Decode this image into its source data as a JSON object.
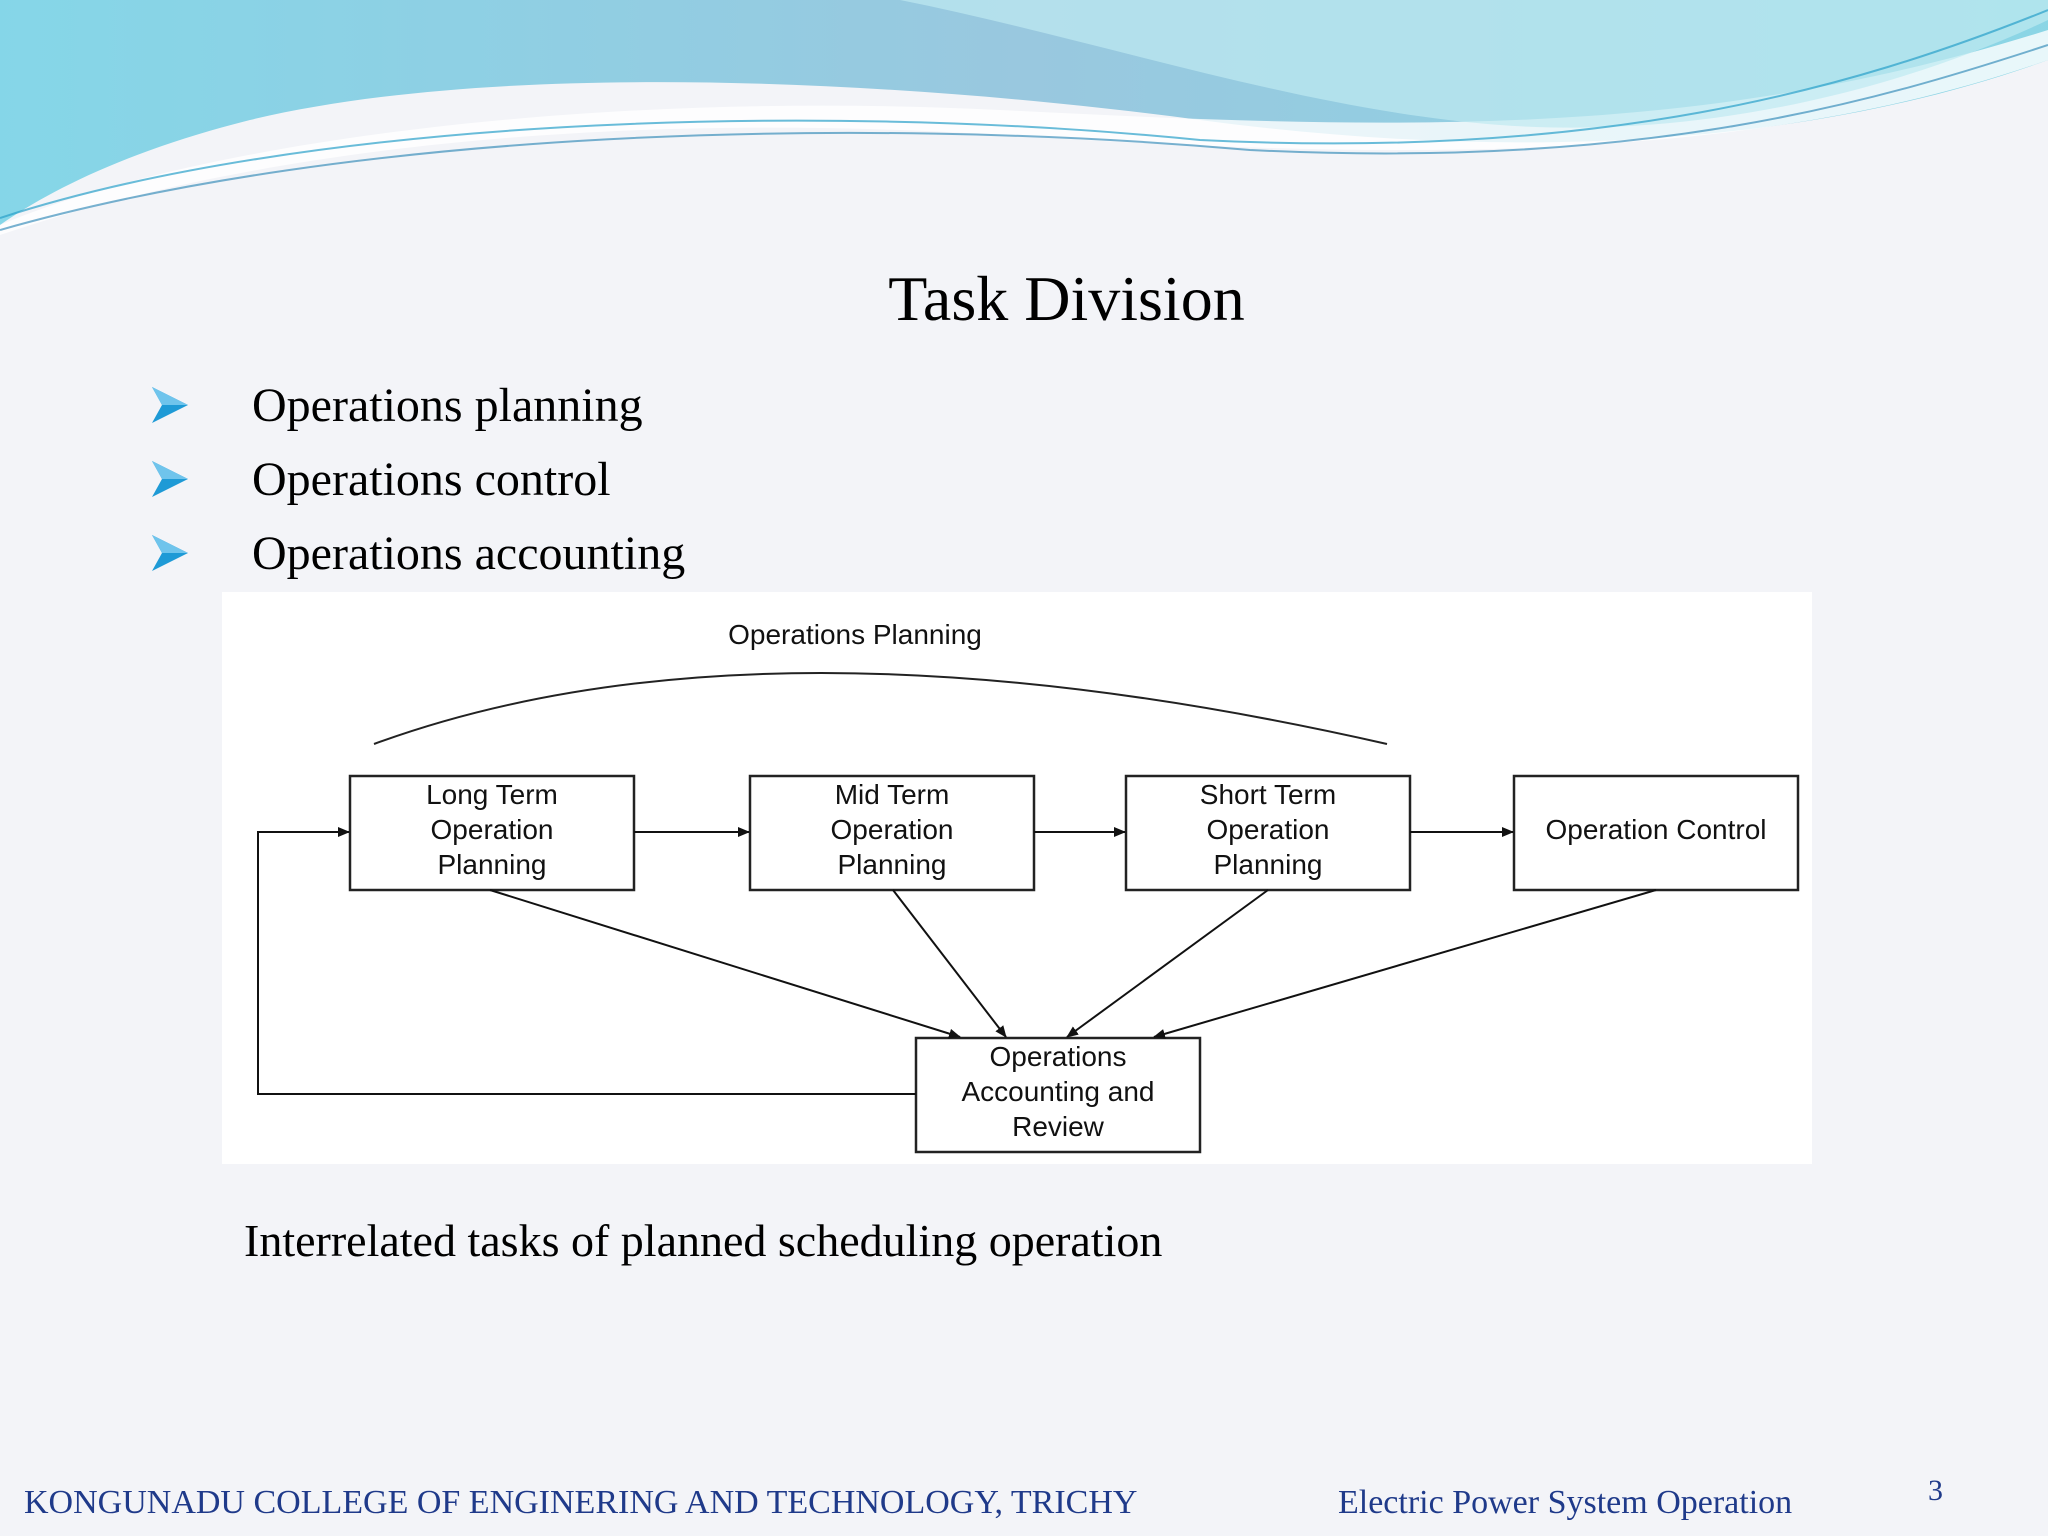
{
  "slide": {
    "title": "Task Division",
    "bullets": [
      "Operations planning",
      "Operations control",
      "Operations accounting"
    ],
    "diagram": {
      "group_label": "Operations Planning",
      "boxes": {
        "long_term": [
          "Long Term",
          "Operation",
          "Planning"
        ],
        "mid_term": [
          "Mid Term",
          "Operation",
          "Planning"
        ],
        "short_term": [
          "Short Term",
          "Operation",
          "Planning"
        ],
        "control": [
          "Operation Control"
        ],
        "accounting": [
          "Operations",
          "Accounting and",
          "Review"
        ]
      }
    },
    "caption": "Interrelated tasks of planned scheduling operation"
  },
  "footer": {
    "college": "KONGUNADU COLLEGE OF ENGINERING AND TECHNOLOGY, TRICHY",
    "course": "Electric Power System Operation",
    "page_number": "3"
  },
  "colors": {
    "accent": "#1e9ad6",
    "footer_text": "#1f3a8a",
    "wave_light": "#a8e3ee",
    "wave_dark": "#4fb8d9"
  }
}
